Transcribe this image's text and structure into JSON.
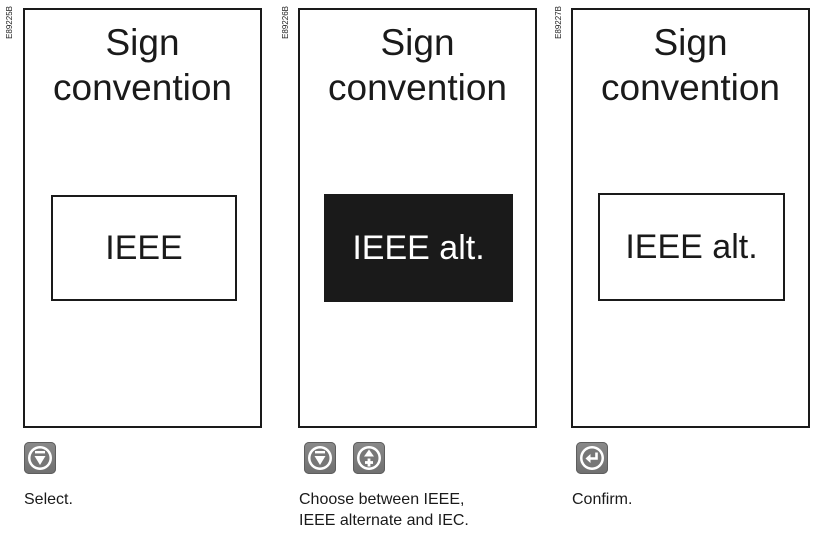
{
  "panels": [
    {
      "ref_code": "E89225B",
      "title_line1": "Sign",
      "title_line2": "convention",
      "value": "IEEE",
      "value_style": "outlined",
      "keys": [
        "down-arrow-key-icon"
      ],
      "caption_line1": "Select.",
      "caption_line2": ""
    },
    {
      "ref_code": "E89226B",
      "title_line1": "Sign",
      "title_line2": "convention",
      "value": "IEEE alt.",
      "value_style": "selected",
      "keys": [
        "down-arrow-key-icon",
        "up-down-arrow-key-icon"
      ],
      "caption_line1": "Choose between IEEE,",
      "caption_line2": "IEEE alternate and IEC."
    },
    {
      "ref_code": "E89227B",
      "title_line1": "Sign",
      "title_line2": "convention",
      "value": "IEEE alt.",
      "value_style": "outlined",
      "keys": [
        "enter-key-icon"
      ],
      "caption_line1": "Confirm.",
      "caption_line2": ""
    }
  ],
  "colors": {
    "ink": "#1a1a1a",
    "key_gray": "#7d7d7d",
    "background": "#ffffff"
  }
}
